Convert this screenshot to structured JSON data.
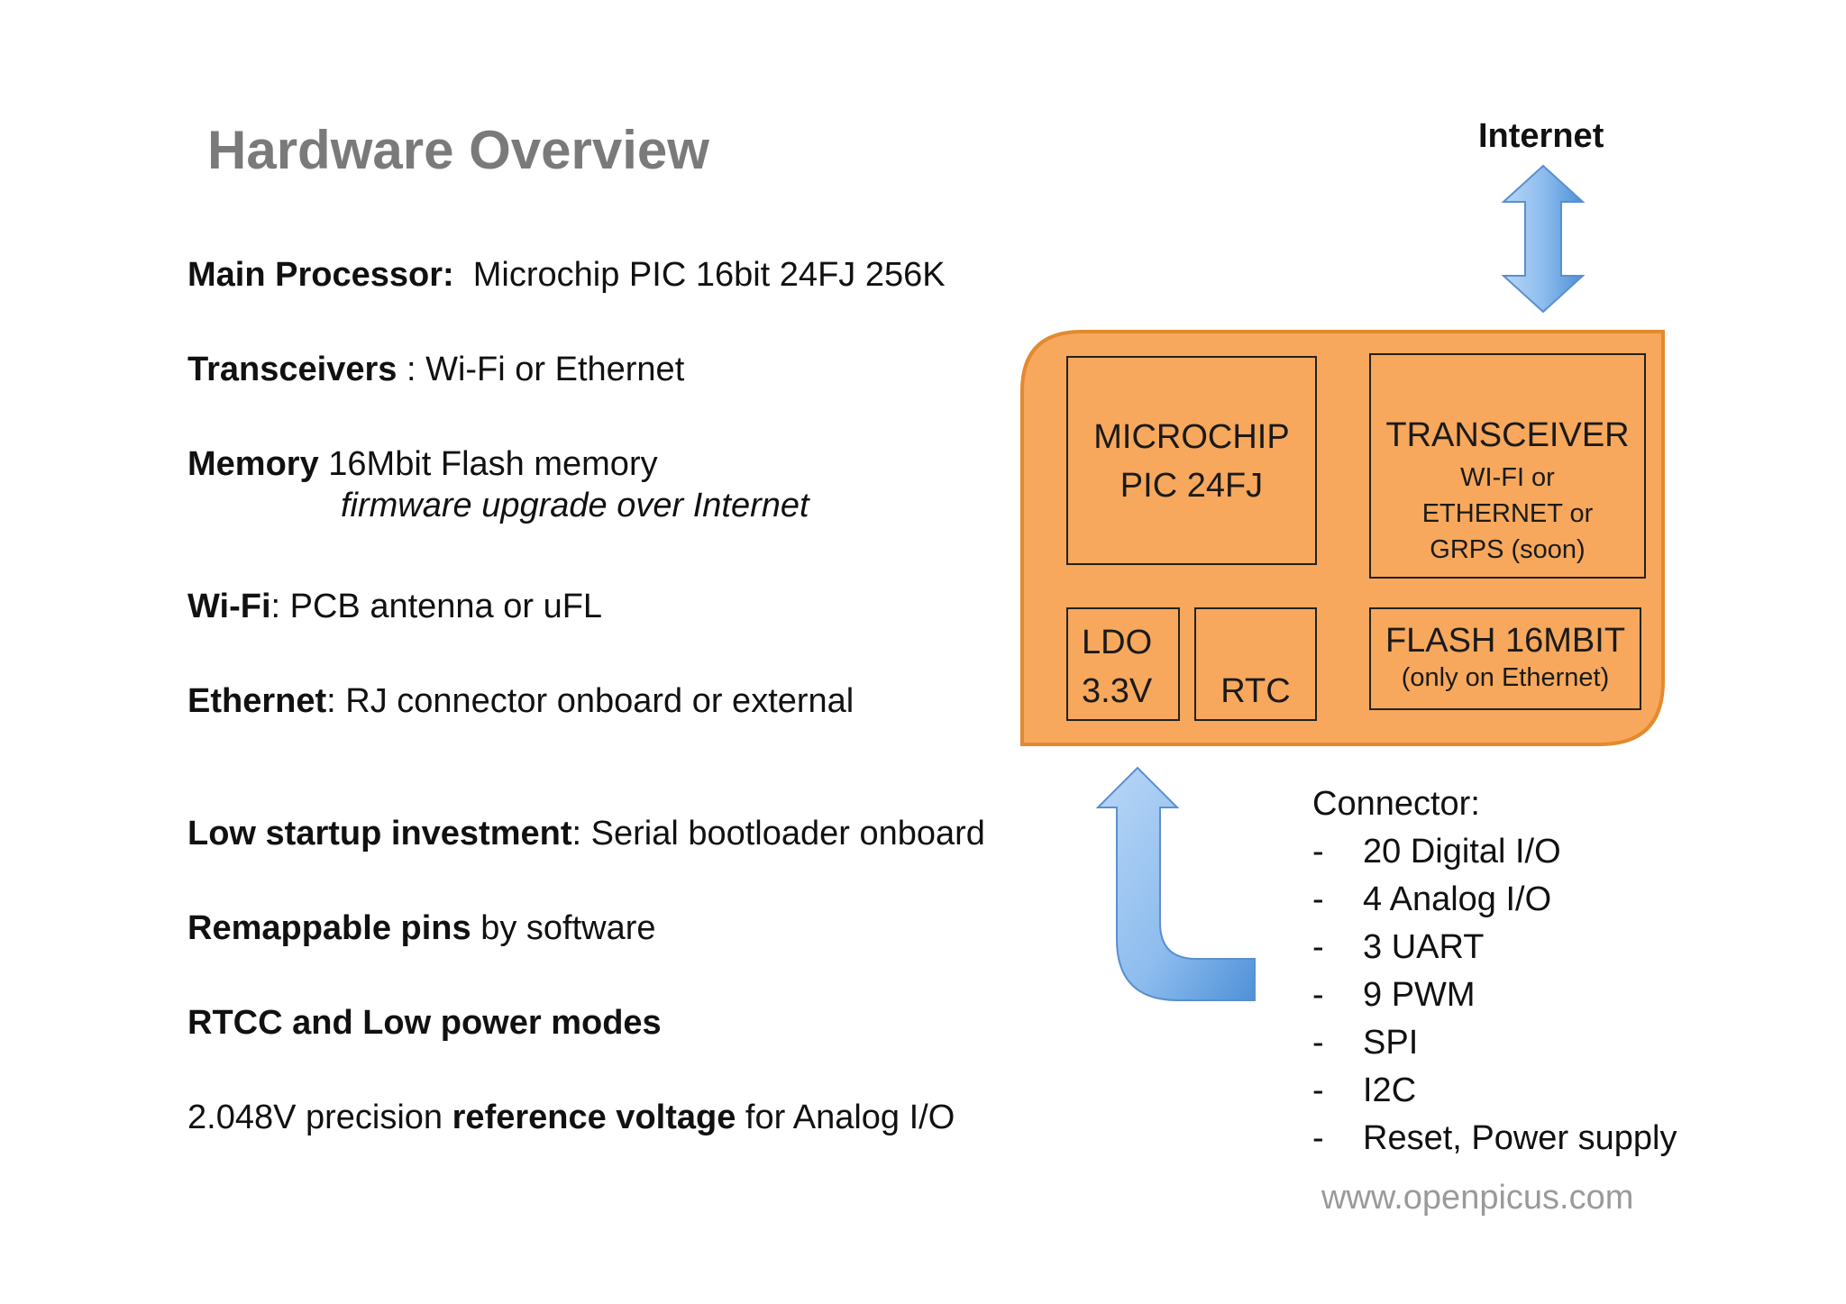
{
  "title": "Hardware Overview",
  "specs": {
    "main_processor": {
      "label": "Main Processor:",
      "value": "Microchip PIC 16bit 24FJ  256K"
    },
    "transceivers": {
      "label": "Transceivers",
      "value": " : Wi-Fi or Ethernet"
    },
    "memory": {
      "label": "Memory",
      "value": " 16Mbit Flash memory",
      "note": "firmware upgrade over Internet"
    },
    "wifi": {
      "label": "Wi-Fi",
      "value": ": PCB antenna or uFL"
    },
    "ethernet": {
      "label": "Ethernet",
      "value": ": RJ connector onboard or external"
    },
    "low_startup": {
      "label": "Low startup investment",
      "value": ": Serial bootloader onboard"
    },
    "remappable": {
      "label": "Remappable pins",
      "value": " by software"
    },
    "rtcc": {
      "label": "RTCC and Low power modes"
    },
    "reference": {
      "prefix": "2.048V precision ",
      "label": "reference voltage",
      "suffix": " for Analog I/O"
    }
  },
  "diagram": {
    "internet_label": "Internet",
    "microchip": {
      "line1": "MICROCHIP",
      "line2": "PIC 24FJ"
    },
    "transceiver": {
      "line1": "TRANSCEIVER",
      "line2": "WI-FI or",
      "line3": "ETHERNET or",
      "line4": "GRPS (soon)"
    },
    "ldo": {
      "line1": "LDO",
      "line2": "3.3V"
    },
    "rtc": {
      "label": "RTC"
    },
    "flash": {
      "line1": "FLASH 16MBIT",
      "line2": "(only on Ethernet)"
    },
    "colors": {
      "board_fill": "#f7a85c",
      "board_stroke": "#e38a2f",
      "arrow_light": "#a9cdf5",
      "arrow_dark": "#4f91d8"
    }
  },
  "connector": {
    "title": "Connector:",
    "dash": "-",
    "items": [
      "20 Digital I/O",
      "4 Analog I/O",
      "3 UART",
      "9 PWM",
      "SPI",
      "I2C",
      "Reset, Power supply"
    ]
  },
  "website": "www.openpicus.com"
}
